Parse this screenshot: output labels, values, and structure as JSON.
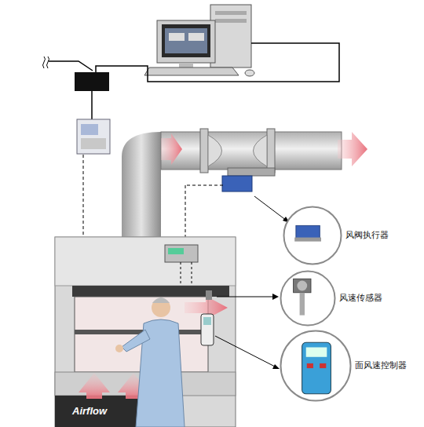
{
  "diagram": {
    "nodes": [
      {
        "text": [
          "风阀执行器"
        ]
      },
      {
        "text": [
          "风速传感器"
        ]
      },
      {
        "text": [
          "面风速控制器"
        ]
      }
    ],
    "labels": [
      "Airflow"
    ]
  }
}
